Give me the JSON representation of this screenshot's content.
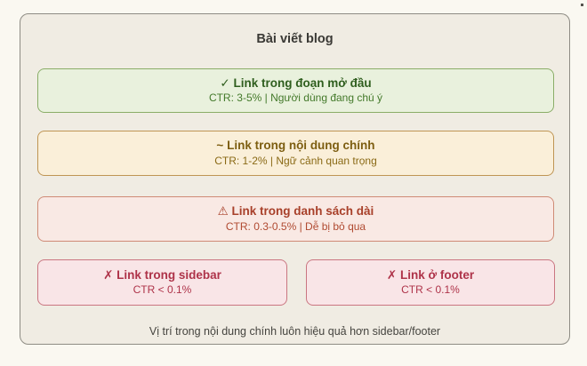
{
  "frame": {
    "title": "Bài viết blog",
    "caption": "Vị trí trong nội dung chính luôn hiệu quả hơn sidebar/footer"
  },
  "boxes": [
    {
      "icon": "✓",
      "icon_name": "check-icon",
      "title": "Link trong đoạn mở đầu",
      "subtitle": "CTR: 3-5% | Người dùng đang chú ý",
      "variant": "green"
    },
    {
      "icon": "~",
      "icon_name": "tilde-icon",
      "title": "Link trong nội dung chính",
      "subtitle": "CTR: 1-2% | Ngữ cảnh quan trọng",
      "variant": "amber"
    },
    {
      "icon": "⚠",
      "icon_name": "warning-icon",
      "title": "Link trong danh sách dài",
      "subtitle": "CTR: 0.3-0.5% | Dễ bị bỏ qua",
      "variant": "rust"
    },
    {
      "icon": "✗",
      "icon_name": "x-icon",
      "title": "Link trong sidebar",
      "subtitle": "CTR < 0.1%",
      "variant": "pink"
    },
    {
      "icon": "✗",
      "icon_name": "x-icon",
      "title": "Link ở footer",
      "subtitle": "CTR < 0.1%",
      "variant": "pink"
    }
  ],
  "colors": {
    "page_background": "#faf8f1",
    "frame_background": "#f0ece3",
    "frame_border": "#8e8c84",
    "green_fill": "#e9f1dd",
    "green_border": "#8aad68",
    "green_text": "#2f5e1e",
    "amber_fill": "#faefd9",
    "amber_border": "#bf9554",
    "amber_text": "#7d5e11",
    "rust_fill": "#f9e9e4",
    "rust_border": "#cf8b76",
    "rust_text": "#a8402a",
    "pink_fill": "#f9e5e7",
    "pink_border": "#ca7681",
    "pink_text": "#ae3349"
  }
}
